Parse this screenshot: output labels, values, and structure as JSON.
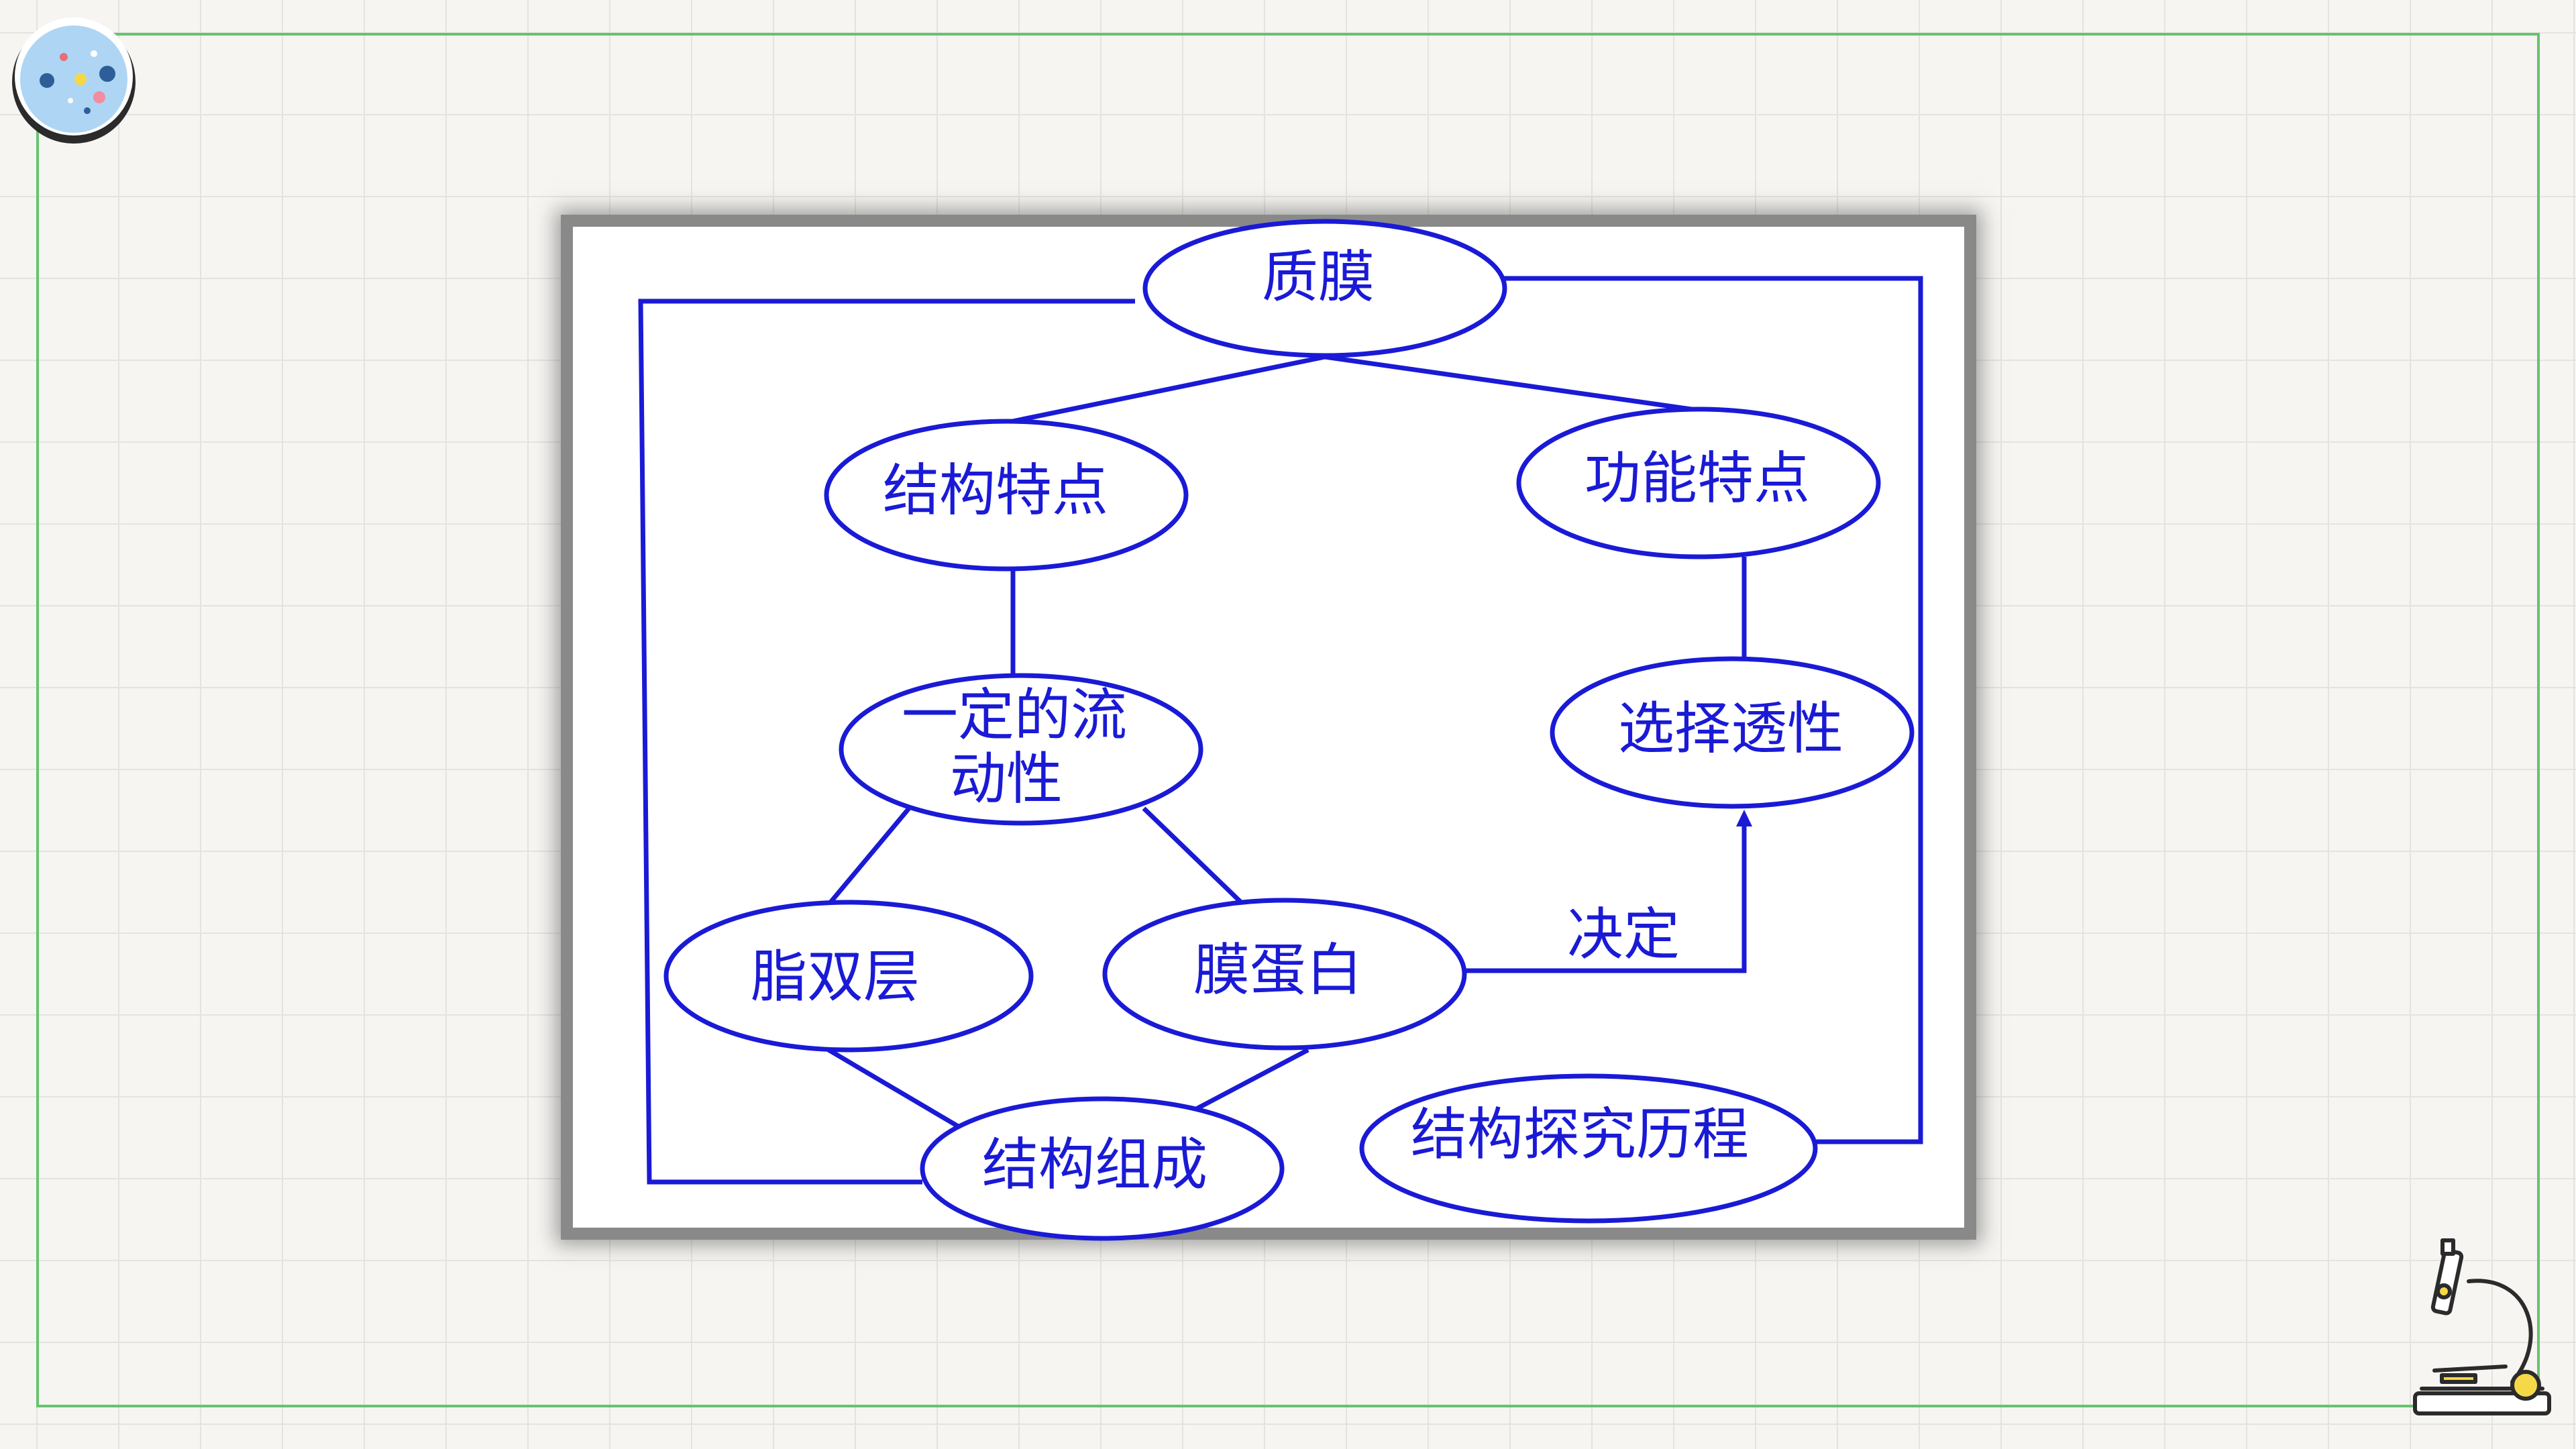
{
  "diagram": {
    "nodes": {
      "membrane": "质膜",
      "structural_feature": "结构特点",
      "functional_feature": "功能特点",
      "fluidity_line1": "一定的流",
      "fluidity_line2": "动性",
      "selective_permeability": "选择透性",
      "lipid_bilayer": "脂双层",
      "membrane_protein": "膜蛋白",
      "structural_composition": "结构组成",
      "research_history": "结构探究历程"
    },
    "edge_labels": {
      "determines": "决定"
    }
  },
  "colors": {
    "line": "#1a1ad6",
    "frame": "#66c36e",
    "card_border": "#898989"
  },
  "decor": {
    "badge_icon": "petri-dish-icon",
    "corner_icon": "microscope-icon"
  }
}
